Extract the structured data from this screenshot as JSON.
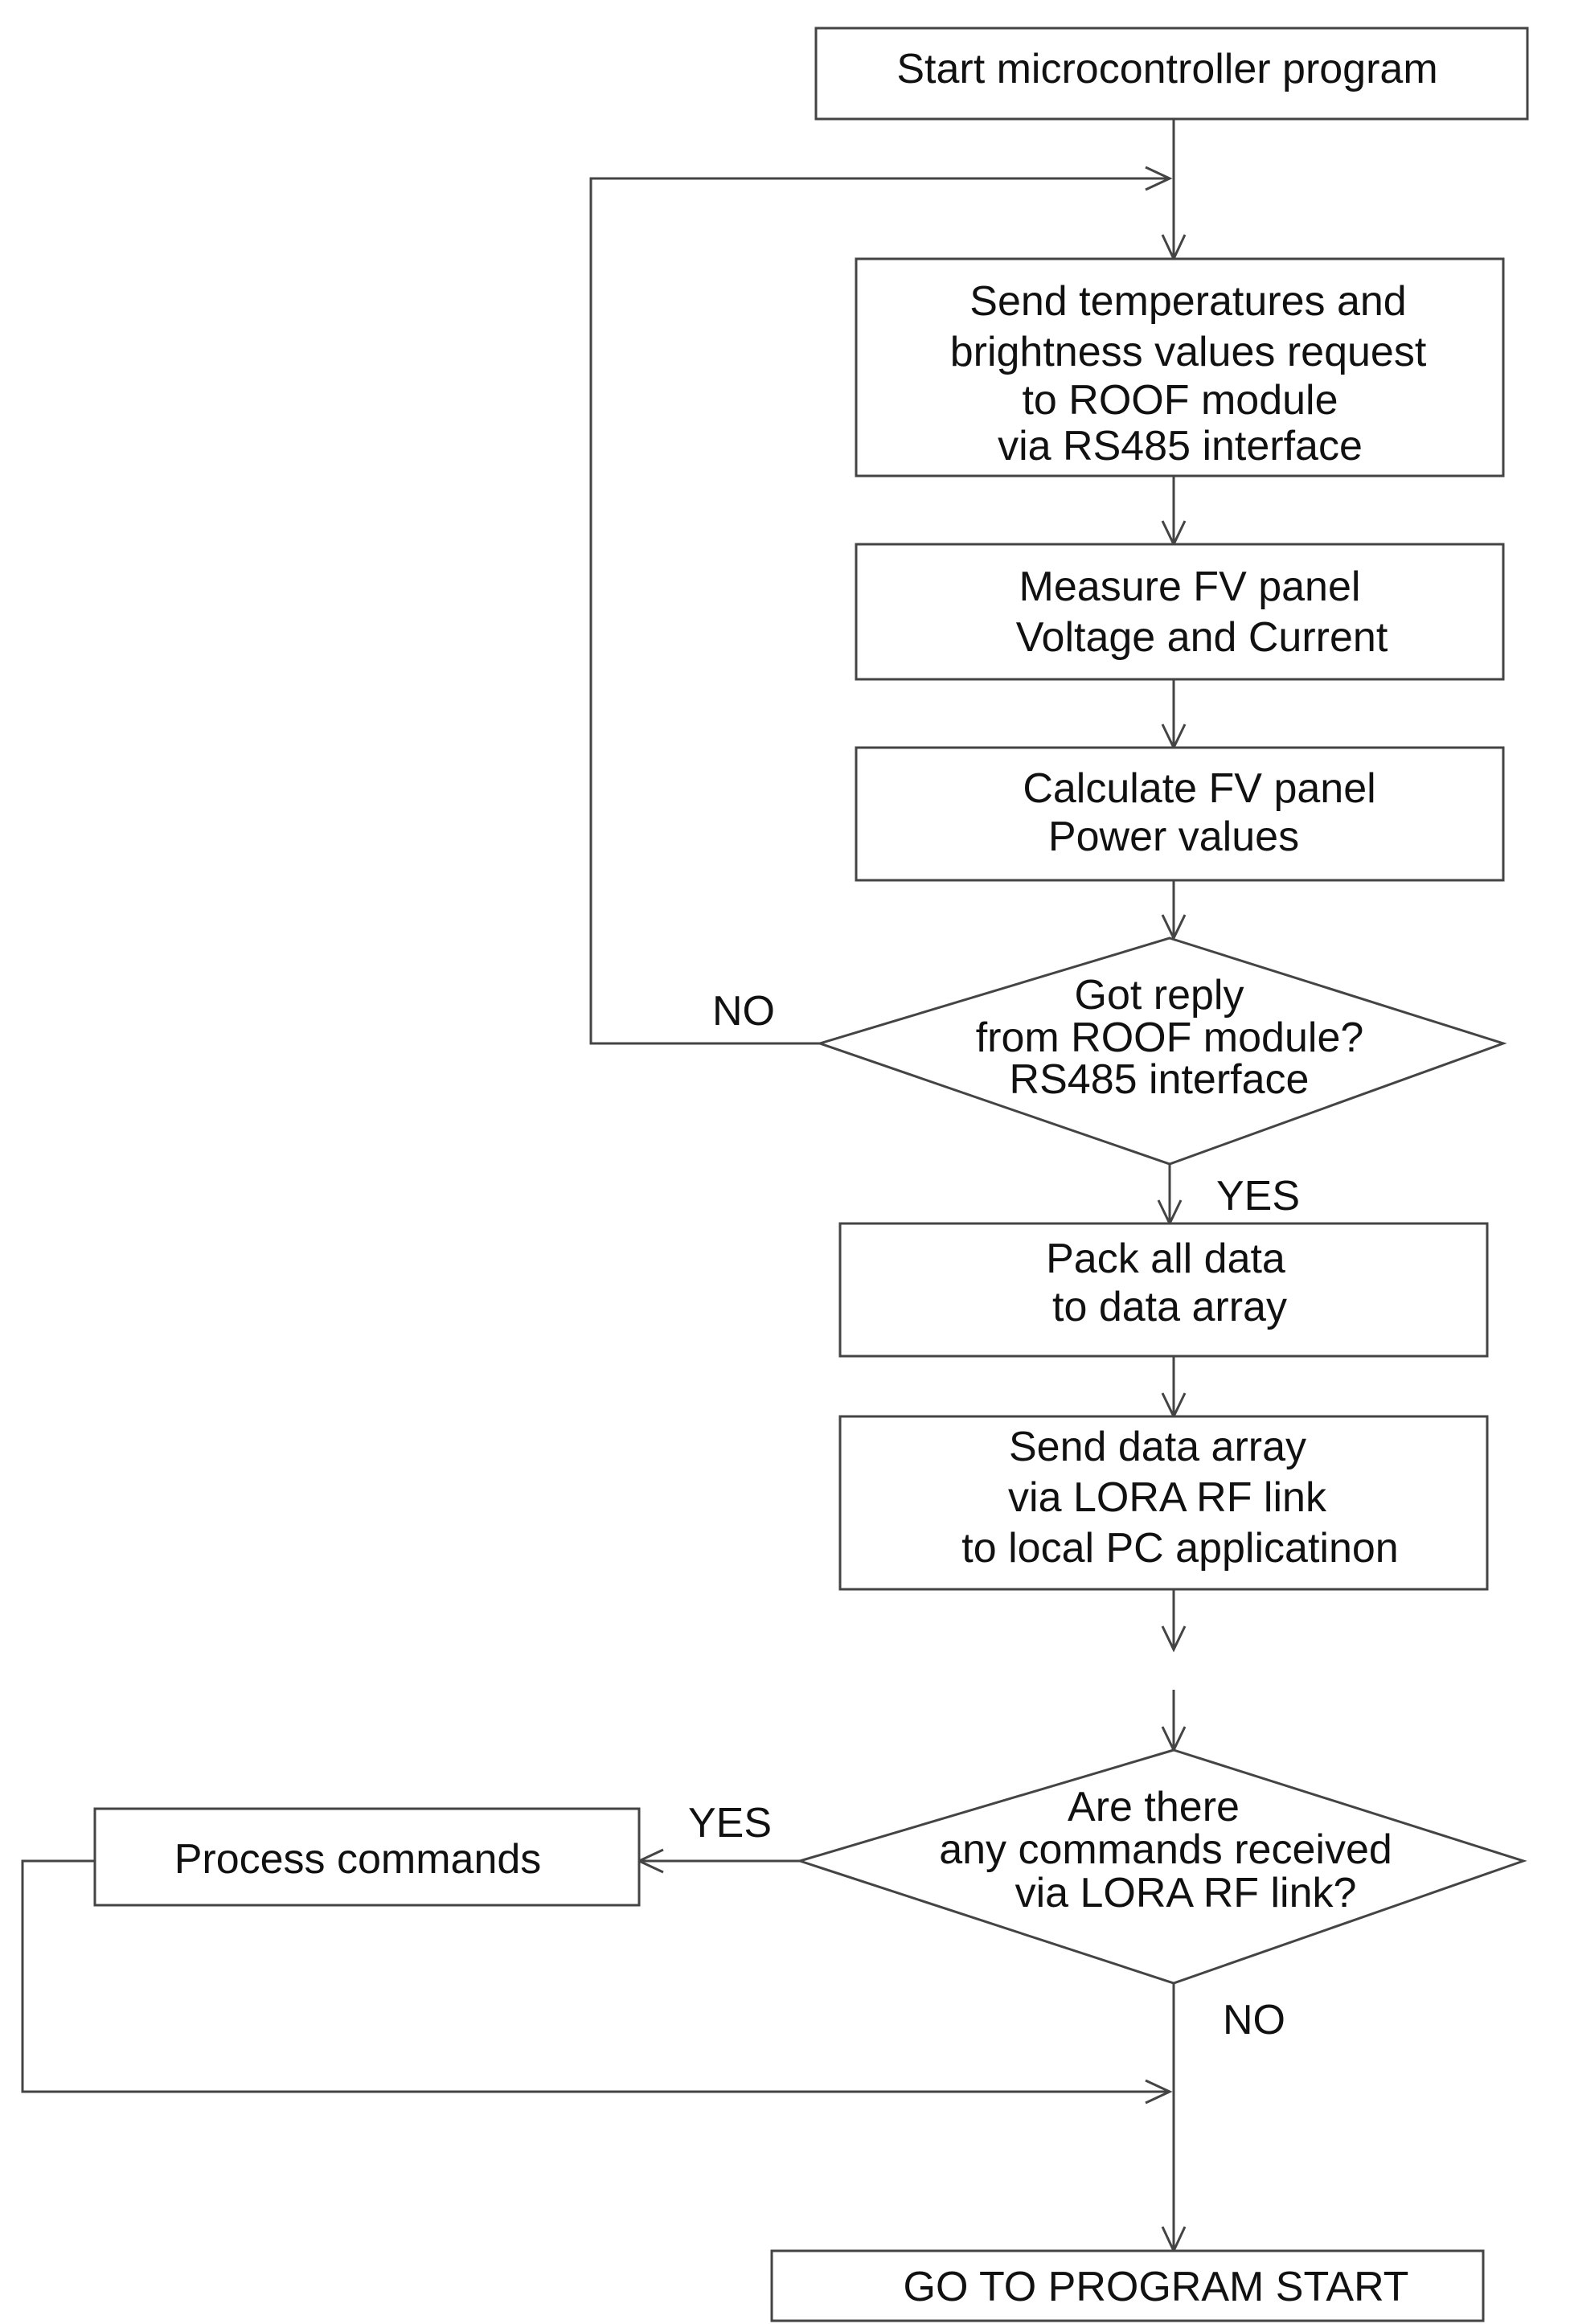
{
  "flowchart": {
    "start": "Start microcontroller program",
    "send_request": [
      "Send temperatures and",
      "brightness values request",
      "to ROOF module",
      "via RS485 interface"
    ],
    "measure": [
      "Measure FV panel",
      "Voltage and Current"
    ],
    "calculate": [
      "Calculate FV panel",
      "Power values"
    ],
    "got_reply": [
      "Got reply",
      "from ROOF module?",
      "RS485 interface"
    ],
    "got_reply_no": "NO",
    "got_reply_yes": "YES",
    "pack": [
      "Pack all data",
      "to data array"
    ],
    "send_array": [
      "Send data array",
      "via LORA RF link",
      "to local PC applicatinon"
    ],
    "commands_question": [
      "Are there",
      "any commands received",
      "via LORA RF link?"
    ],
    "commands_yes": "YES",
    "commands_no": "NO",
    "process": "Process commands",
    "goto": "GO TO PROGRAM START"
  }
}
